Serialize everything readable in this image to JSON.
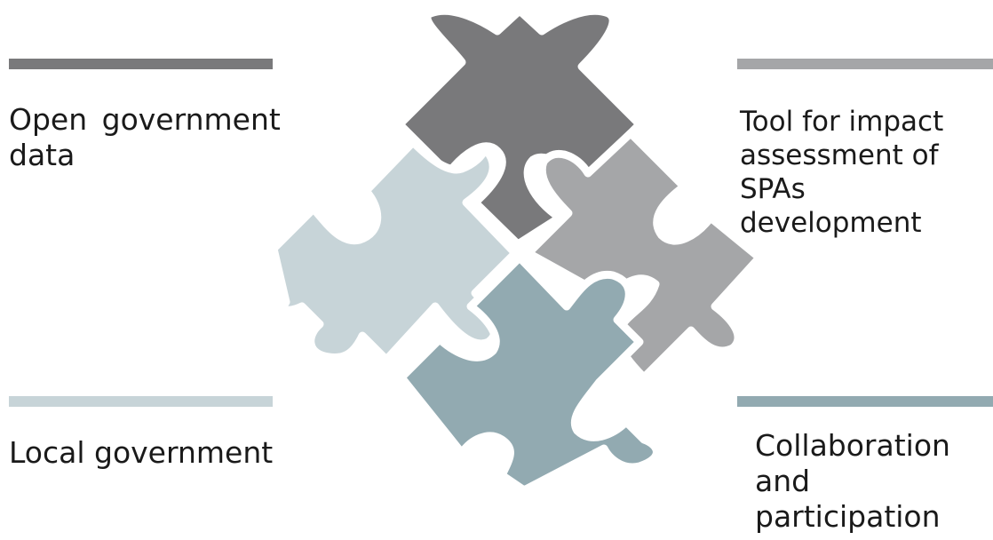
{
  "quadrants": [
    {
      "label": "Open  government\ndata",
      "color": "#79797b"
    },
    {
      "label": "Tool for impact\nassessment of\nSPAs development",
      "color": "#a5a6a8"
    },
    {
      "label": "Local government",
      "color": "#c7d4d8"
    },
    {
      "label": "Collaboration\nand\nparticipation",
      "color": "#92aab1"
    }
  ]
}
